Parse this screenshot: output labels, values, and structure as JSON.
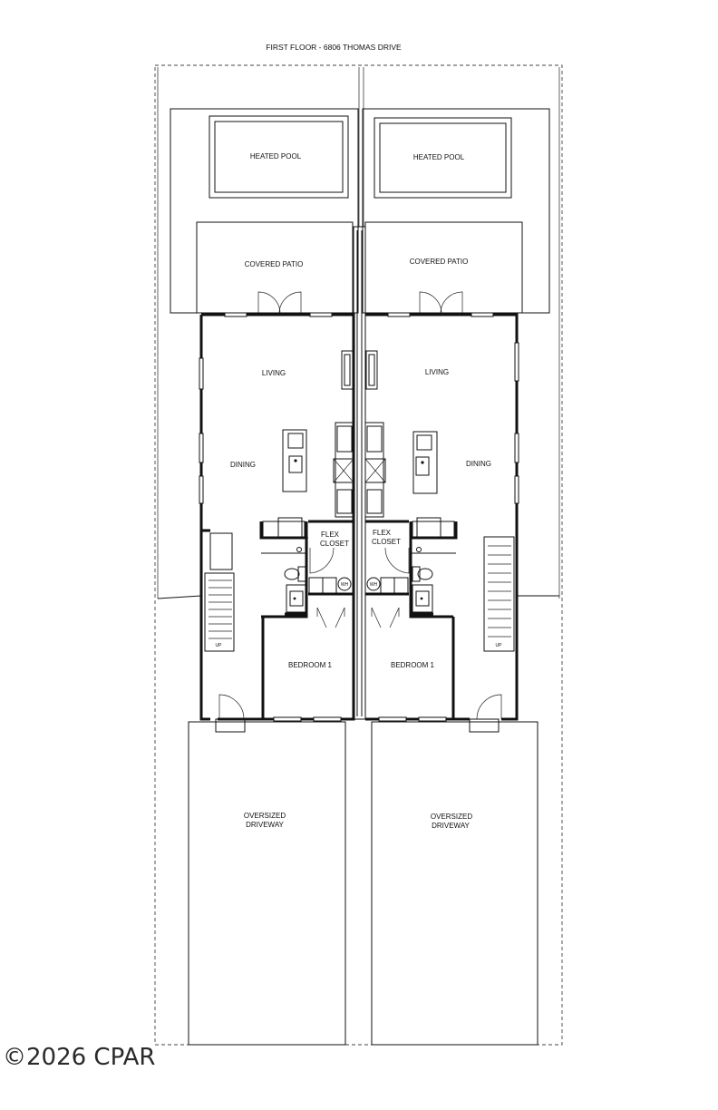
{
  "title": "FIRST FLOOR - 6806 THOMAS DRIVE",
  "units": {
    "left": {
      "pool": "HEATED POOL",
      "patio": "COVERED PATIO",
      "living": "LIVING",
      "dining": "DINING",
      "flex_line1": "FLEX",
      "flex_line2": "CLOSET",
      "wh": "WH",
      "bedroom": "BEDROOM 1",
      "stair": "UP",
      "driveway_line1": "OVERSIZED",
      "driveway_line2": "DRIVEWAY"
    },
    "right": {
      "pool": "HEATED POOL",
      "patio": "COVERED PATIO",
      "living": "LIVING",
      "dining": "DINING",
      "flex_line1": "FLEX",
      "flex_line2": "CLOSET",
      "wh": "WH",
      "bedroom": "BEDROOM 1",
      "stair": "UP",
      "driveway_line1": "OVERSIZED",
      "driveway_line2": "DRIVEWAY"
    }
  },
  "watermark": "©2026 CPAR"
}
